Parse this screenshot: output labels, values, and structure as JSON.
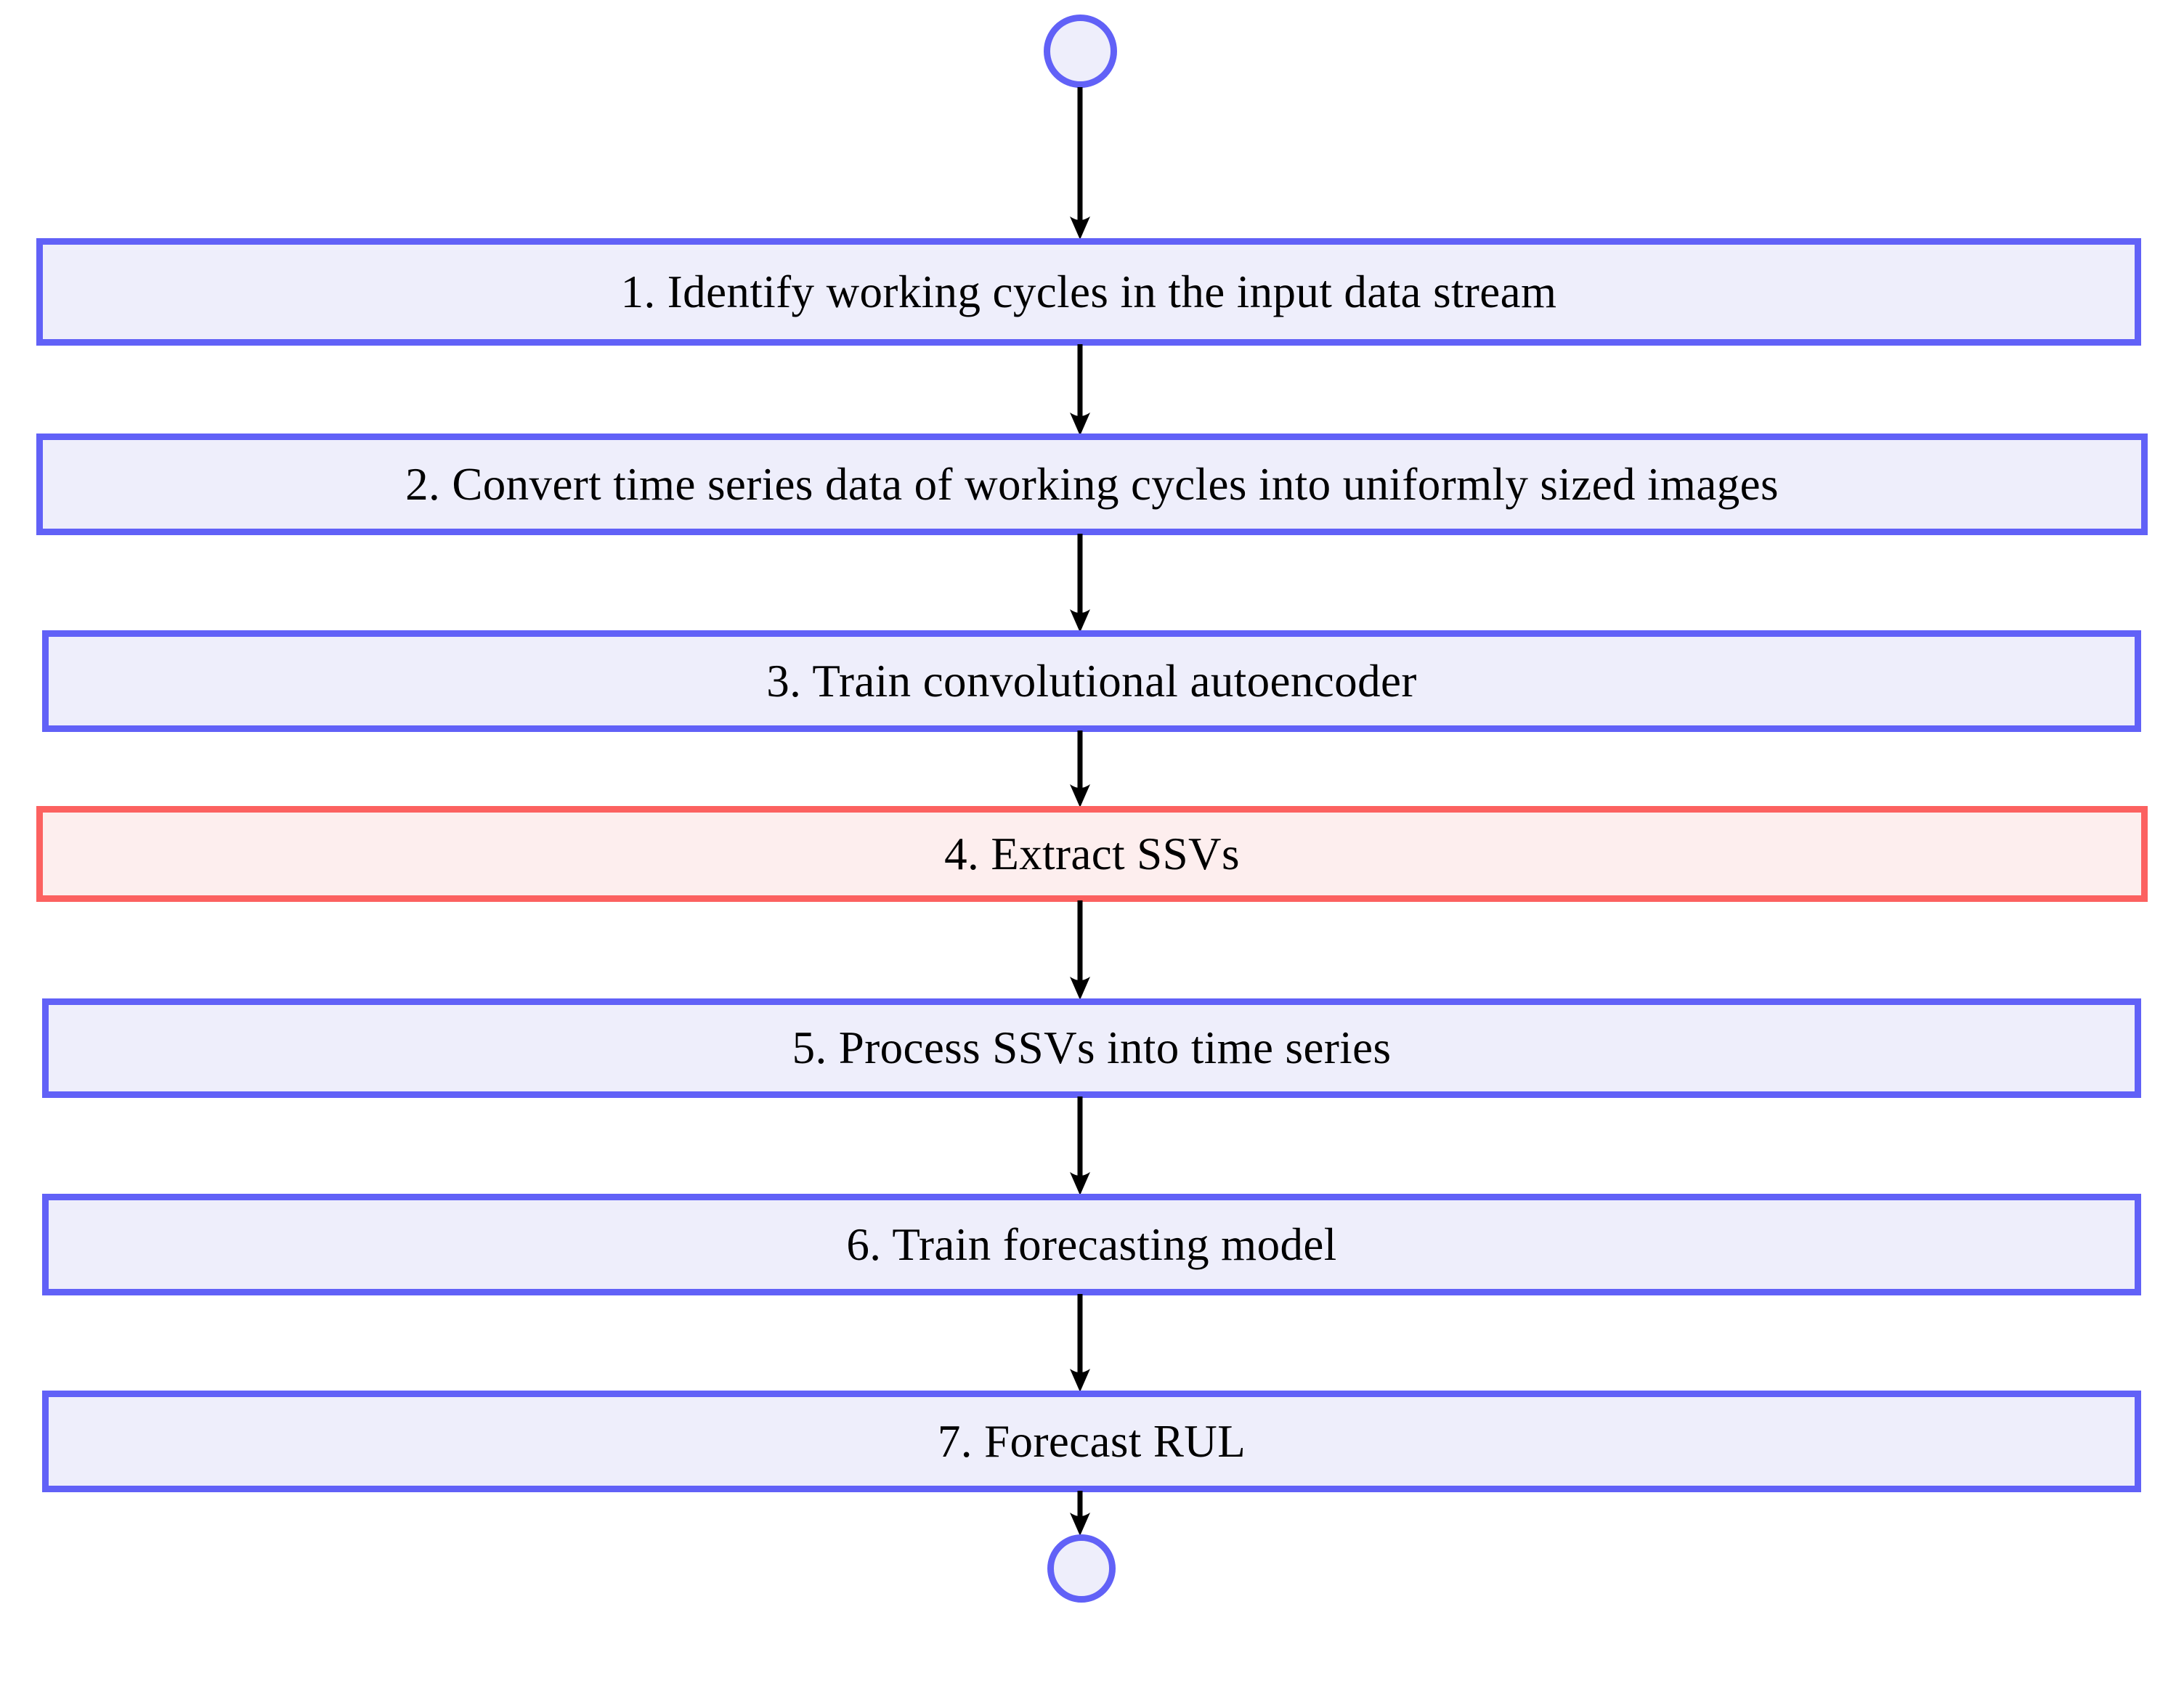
{
  "diagram": {
    "title": "RUL forecasting pipeline flowchart",
    "type": "flowchart",
    "orientation": "top-to-bottom",
    "colors": {
      "node_border": "#6161f7",
      "node_fill": "#eeeefb",
      "highlight_border": "#fc6160",
      "highlight_fill": "#fdeeee",
      "arrow": "#000000",
      "text": "#000000",
      "background": "#ffffff"
    },
    "start_node": {
      "label": "",
      "shape": "circle"
    },
    "end_node": {
      "label": "",
      "shape": "circle"
    },
    "steps": [
      {
        "number": "1.",
        "label": "1.  Identify working cycles in the input data stream",
        "highlighted": false
      },
      {
        "number": "2.",
        "label": "2.  Convert time series data of working cycles into uniformly sized images",
        "highlighted": false
      },
      {
        "number": "3.",
        "label": "3.  Train convolutional autoencoder",
        "highlighted": false
      },
      {
        "number": "4.",
        "label": "4.  Extract SSVs",
        "highlighted": true
      },
      {
        "number": "5.",
        "label": "5.  Process SSVs into time series",
        "highlighted": false
      },
      {
        "number": "6.",
        "label": "6.  Train forecasting model",
        "highlighted": false
      },
      {
        "number": "7.",
        "label": "7.  Forecast RUL",
        "highlighted": false
      }
    ],
    "connectors": [
      {
        "from": "start",
        "to": "1"
      },
      {
        "from": "1",
        "to": "2"
      },
      {
        "from": "2",
        "to": "3"
      },
      {
        "from": "3",
        "to": "4"
      },
      {
        "from": "4",
        "to": "5"
      },
      {
        "from": "5",
        "to": "6"
      },
      {
        "from": "6",
        "to": "7"
      },
      {
        "from": "7",
        "to": "end"
      }
    ]
  }
}
